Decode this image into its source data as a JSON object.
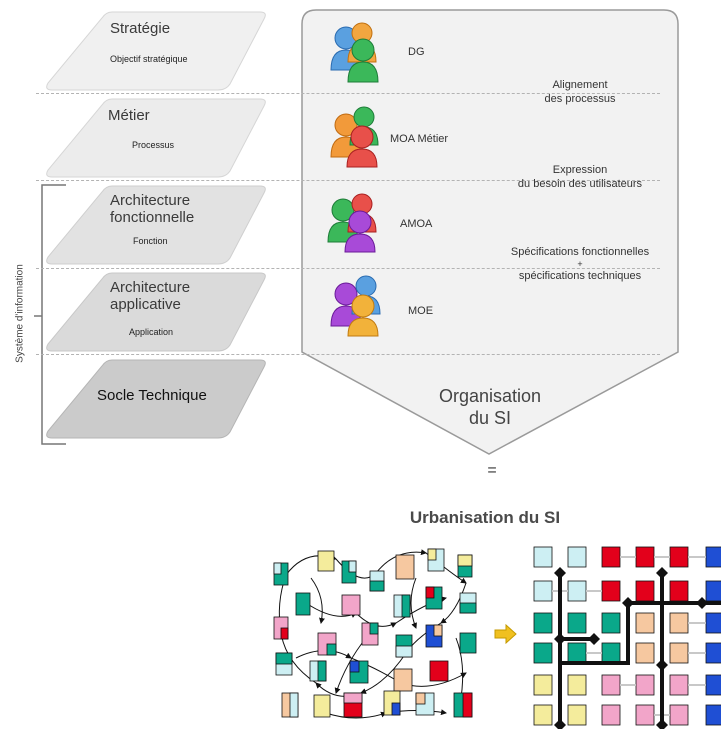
{
  "layers": [
    {
      "title": "Stratégie",
      "subtitle": "Objectif stratégique"
    },
    {
      "title": "Métier",
      "subtitle": "Processus"
    },
    {
      "title": "Architecture fonctionnelle",
      "subtitle": "Fonction"
    },
    {
      "title": "Architecture applicative",
      "subtitle": "Application"
    },
    {
      "title": "Socle Technique",
      "subtitle": ""
    }
  ],
  "bracket_label": "Système d'information",
  "actors": [
    "DG",
    "MOA Métier",
    "AMOA",
    "MOE"
  ],
  "flows": [
    [
      "Alignement",
      "des processus"
    ],
    [
      "Expression",
      "du besoin des utilisateurs"
    ],
    [
      "Spécifications fonctionnelles",
      "+",
      "spécifications techniques"
    ]
  ],
  "organisation_label": [
    "Organisation",
    "du SI"
  ],
  "equals_sign": "=",
  "urbanisation_title": "Urbanisation du SI",
  "colors": {
    "layer_light": "#eeeeee",
    "layer_mid": "#dddddd",
    "layer_dark": "#c8c8c8",
    "arrow": "#f0c020",
    "cyan": "#cdeff3",
    "teal": "#0aa88a",
    "red": "#e3001b",
    "peach": "#f6c8a0",
    "pink": "#f2a5c9",
    "yellow": "#f4ec9c",
    "blue": "#1f4fd4"
  }
}
